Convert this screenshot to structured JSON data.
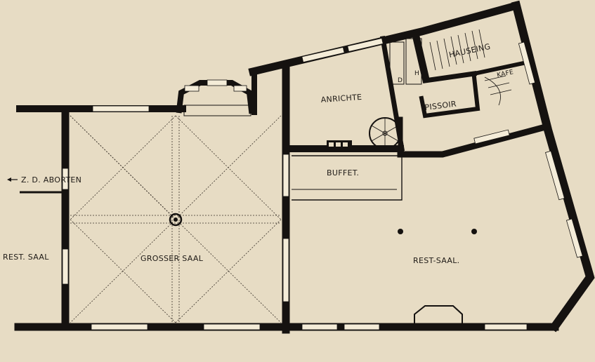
{
  "plan": {
    "colors": {
      "paper": "#e7dcc4",
      "ink": "#151210",
      "window": "#f4ecd8"
    },
    "labels": {
      "aborten": "Z. D. ABORTEN",
      "grosser_saal": "GROSSER SAAL",
      "rest_saal_left": "REST. SAAL",
      "rest_saal_right": "REST-SAAL.",
      "anrichte": "ANRICHTE",
      "buffet": "BUFFET.",
      "pissoir": "PISSOIR",
      "hauseing": "HAUSEING",
      "d": "D",
      "h": "H",
      "kafe": "KAFE"
    }
  }
}
